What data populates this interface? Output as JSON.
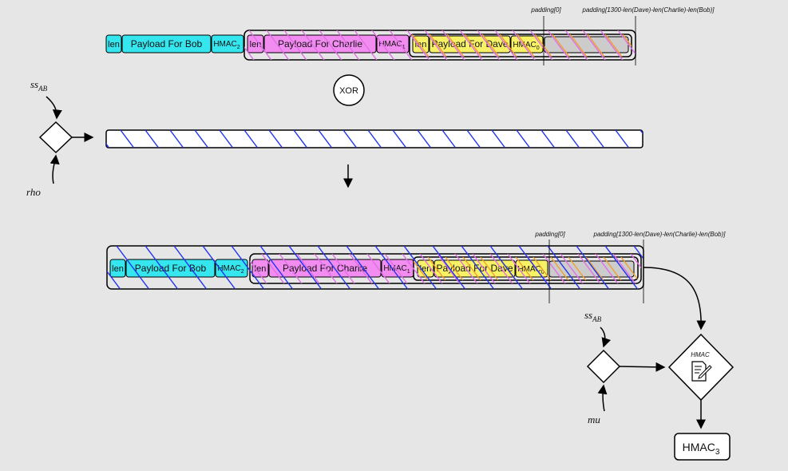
{
  "colors": {
    "bob": "#35e6ee",
    "charlie": "#f28cf0",
    "dave": "#f7f265",
    "padding": "#cccccc",
    "hatch_blue": "#2233ee",
    "hatch_pink": "#e070e6",
    "hatch_orange": "#f0a030",
    "background": "#e6e6e6"
  },
  "top": {
    "padding_zero_label": "padding[0]",
    "padding_label": "padding[1300-len(Dave)-len(Charlie)-len(Bob)]",
    "bob": {
      "len": "len",
      "payload": "Payload For Bob",
      "hmac": "HMAC",
      "hmac_sub": "2"
    },
    "charlie": {
      "len": "len",
      "payload": "Payload For Charlie",
      "hmac": "HMAC",
      "hmac_sub": "1"
    },
    "dave": {
      "len": "len",
      "payload": "Payload For Dave",
      "hmac": "HMAC",
      "hmac_sub": "0"
    }
  },
  "xor_label": "XOR",
  "left_kdf": {
    "input_top": "ss",
    "input_top_sub": "AB",
    "input_bottom": "rho"
  },
  "bottom": {
    "padding_zero_label": "padding[0]",
    "padding_label": "padding[1300-len(Dave)-len(Charlie)-len(Bob)]",
    "bob": {
      "len": "len",
      "payload": "Payload For Bob",
      "hmac": "HMAC",
      "hmac_sub": "2"
    },
    "charlie": {
      "len": "len",
      "payload": "Payload For Charlie",
      "hmac": "HMAC",
      "hmac_sub": "1"
    },
    "dave": {
      "len": "len",
      "payload": "Payload For Dave",
      "hmac": "HMAC",
      "hmac_sub": "0"
    }
  },
  "right_kdf": {
    "input_top": "ss",
    "input_top_sub": "AB",
    "input_bottom": "mu"
  },
  "hmac_node_label": "HMAC",
  "output": {
    "label": "HMAC",
    "sub": "3"
  }
}
